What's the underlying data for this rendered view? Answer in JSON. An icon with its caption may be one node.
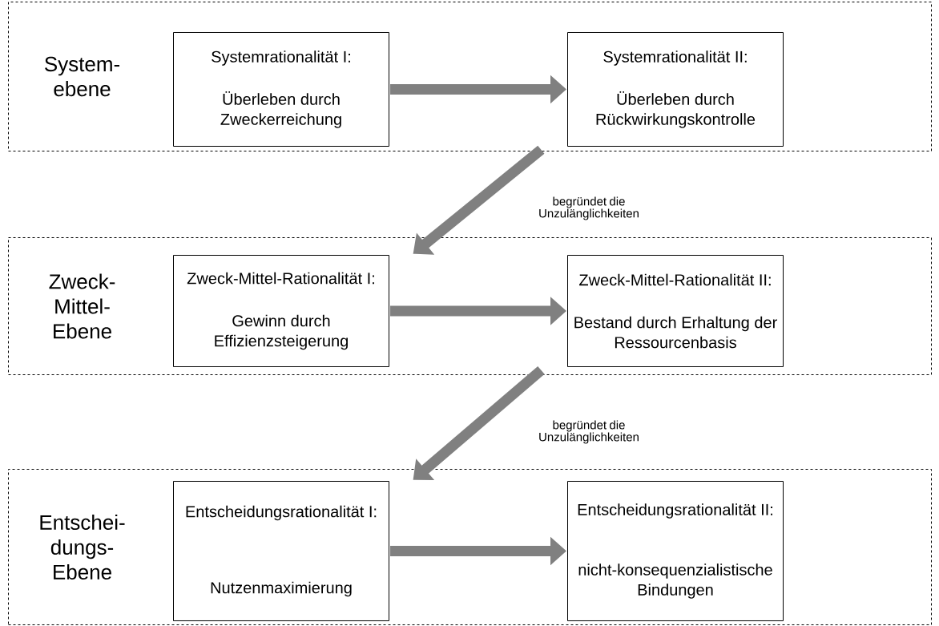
{
  "diagram": {
    "nodes": [
      {
        "text": [
          "System- ebene"
        ]
      },
      {
        "text": [
          "Systemrationalität I:",
          "Überleben durch Zweckerreichung"
        ],
        "in": 0
      },
      {
        "text": [
          "Systemrationalität II:",
          "Überleben durch Rückwirkungskontrolle"
        ],
        "in": 0
      },
      {
        "text": [
          "Zweck- Mittel- Ebene"
        ]
      },
      {
        "text": [
          "Zweck-Mittel-Rationalität I:",
          "Gewinn durch Effizienzsteigerung"
        ],
        "in": 3
      },
      {
        "text": [
          "Zweck-Mittel-Rationalität II:",
          "Bestand durch Erhaltung der Ressourcenbasis"
        ],
        "in": 3
      },
      {
        "text": [
          "Entschei- dungs- Ebene"
        ]
      },
      {
        "text": [
          "Entscheidungsrationalität I:",
          "Nutzenmaximierung"
        ],
        "in": 6
      },
      {
        "text": [
          "Entscheidungsrationalität II:",
          "nicht-konsequenzialistische Bindungen"
        ],
        "in": 6
      }
    ],
    "edges": [
      {
        "from": 1,
        "to": 2,
        "arrow": "to"
      },
      {
        "from": 2,
        "to": 4,
        "arrow": "to",
        "label": "begründet die Unzulänglichkeiten"
      },
      {
        "from": 4,
        "to": 5,
        "arrow": "to"
      },
      {
        "from": 5,
        "to": 7,
        "arrow": "to",
        "label": "begründet die Unzulänglichkeiten"
      },
      {
        "from": 7,
        "to": 8,
        "arrow": "to"
      }
    ]
  }
}
